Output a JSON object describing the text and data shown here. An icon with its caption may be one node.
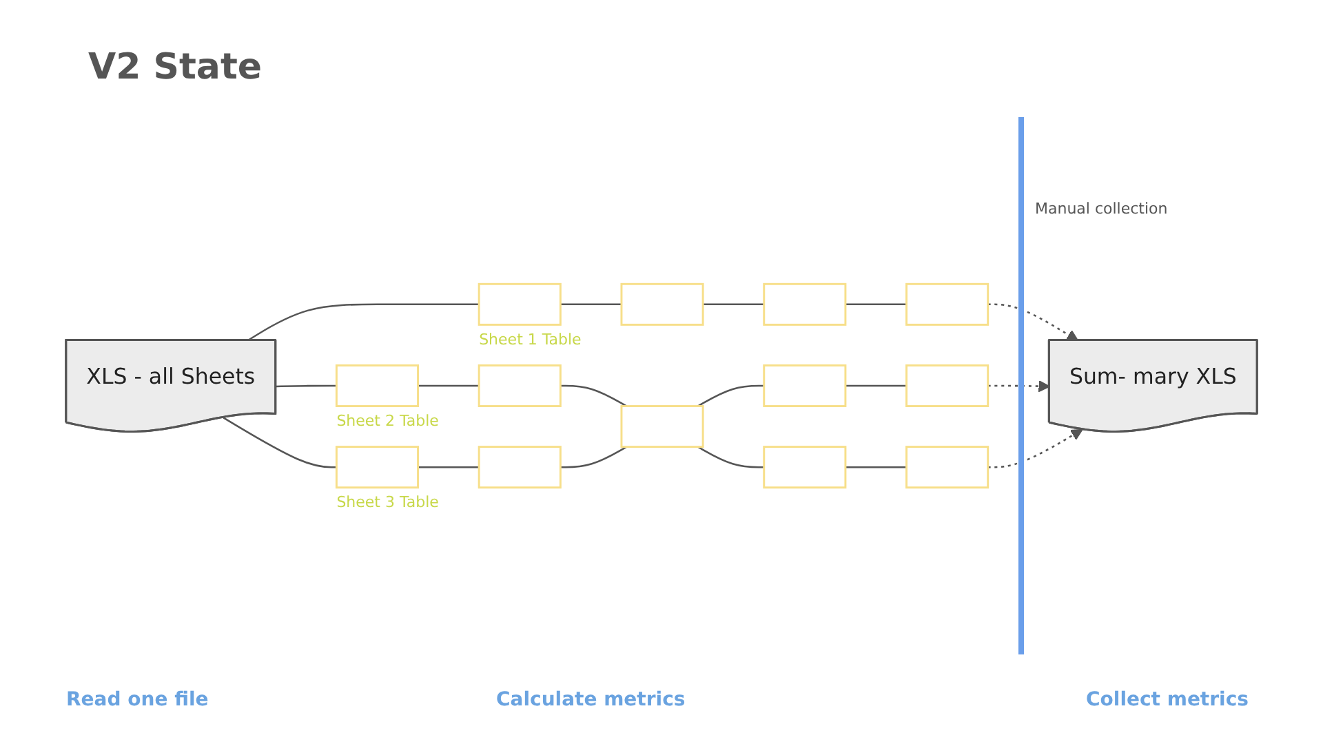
{
  "diagram": {
    "title": "V2 State",
    "nodes": [
      {
        "text": [
          "XLS - all Sheets"
        ]
      },
      {
        "text": [],
        "shape": "box",
        "beside": [
          "Sheet 1 Table"
        ]
      },
      {
        "text": [],
        "shape": "box"
      },
      {
        "text": [],
        "shape": "box"
      },
      {
        "text": [],
        "shape": "box"
      },
      {
        "text": [],
        "shape": "box",
        "beside": [
          "Sheet 2 Table"
        ]
      },
      {
        "text": [],
        "shape": "box"
      },
      {
        "text": [],
        "shape": "box",
        "beside": [
          "Sheet 3 Table"
        ]
      },
      {
        "text": [],
        "shape": "box"
      },
      {
        "text": [],
        "shape": "box"
      },
      {
        "text": [],
        "shape": "box"
      },
      {
        "text": [],
        "shape": "box"
      },
      {
        "text": [],
        "shape": "box"
      },
      {
        "text": [],
        "shape": "box"
      },
      {
        "text": [
          "Sum- mary XLS"
        ]
      }
    ],
    "edges": [
      {
        "from": 0,
        "to": 1,
        "arrow": "none"
      },
      {
        "from": 1,
        "to": 2,
        "arrow": "none"
      },
      {
        "from": 2,
        "to": 3,
        "arrow": "none"
      },
      {
        "from": 3,
        "to": 4,
        "arrow": "none"
      },
      {
        "from": 0,
        "to": 5,
        "arrow": "none"
      },
      {
        "from": 5,
        "to": 6,
        "arrow": "none"
      },
      {
        "from": 0,
        "to": 7,
        "arrow": "none"
      },
      {
        "from": 7,
        "to": 8,
        "arrow": "none"
      },
      {
        "from": 6,
        "to": 9,
        "arrow": "none"
      },
      {
        "from": 8,
        "to": 9,
        "arrow": "none"
      },
      {
        "from": 9,
        "to": 10,
        "arrow": "none"
      },
      {
        "from": 9,
        "to": 12,
        "arrow": "none"
      },
      {
        "from": 10,
        "to": 11,
        "arrow": "none"
      },
      {
        "from": 12,
        "to": 13,
        "arrow": "none"
      },
      {
        "from": 4,
        "to": 14,
        "arrow": "to",
        "style": "dashed"
      },
      {
        "from": 11,
        "to": 14,
        "arrow": "to",
        "style": "dashed"
      },
      {
        "from": 13,
        "to": 14,
        "arrow": "to",
        "style": "dashed"
      }
    ],
    "labels": [
      "Manual collection",
      "Read one file",
      "Calculate metrics",
      "Collect metrics"
    ]
  }
}
